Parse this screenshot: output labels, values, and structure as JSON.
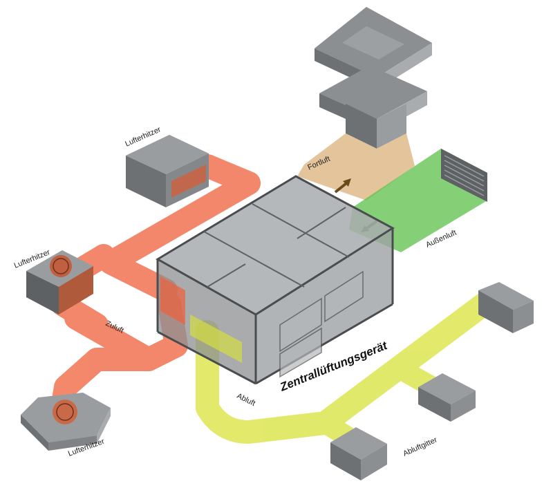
{
  "labels": {
    "heater_top": "Lufterhitzer",
    "heater_left": "Lufterhitzer",
    "heater_bottom": "Lufterhitzer",
    "supply": "Zuluft",
    "exhaust_out": "Fortluft",
    "outdoor_air": "Außenluft",
    "extract_air": "Abluft",
    "central_unit": "Zentrallüftungsgerät",
    "extract_grille": "Abluftgitter"
  },
  "colors": {
    "supply_duct": "#f0603a",
    "extract_duct": "#d8e23a",
    "outdoor_duct": "#5cc04a",
    "exhaust_duct": "#d9b07a",
    "metal_dark": "#6e7174",
    "metal_mid": "#8c8f92",
    "metal_light": "#b4b7ba"
  }
}
